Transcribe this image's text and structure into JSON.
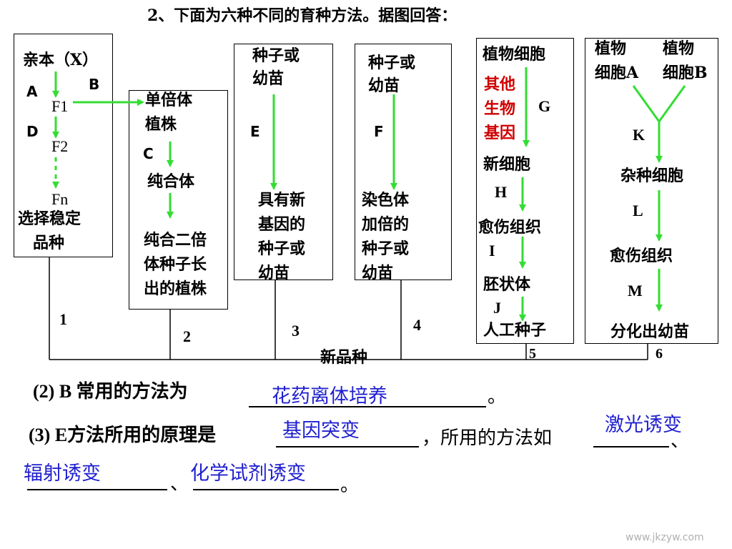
{
  "question_title": "2、下面为六种不同的育种方法。据图回答：",
  "method1": {
    "parent": "亲本（X）",
    "label_a": "A",
    "label_b": "B",
    "f1": "F1",
    "label_d": "D",
    "f2": "F2",
    "fn": "Fn",
    "result_line1": "选择稳定",
    "result_line2": "品种",
    "number": "1"
  },
  "method2": {
    "line1": "单倍体",
    "line2": "植株",
    "label_c": "C",
    "middle": "纯合体",
    "result_line1": "纯合二倍",
    "result_line2": "体种子长",
    "result_line3": "出的植株",
    "number": "2"
  },
  "method3": {
    "top_line1": "种子或",
    "top_line2": "幼苗",
    "label_e": "E",
    "result_line1": "具有新",
    "result_line2": "基因的",
    "result_line3": "种子或",
    "result_line4": "幼苗",
    "number": "3"
  },
  "method4": {
    "top_line1": "种子或",
    "top_line2": "幼苗",
    "label_f": "F",
    "result_line1": "染色体",
    "result_line2": "加倍的",
    "result_line3": "种子或",
    "result_line4": "幼苗",
    "number": "4"
  },
  "method5": {
    "top": "植物细胞",
    "other_gene_line1": "其他",
    "other_gene_line2": "生物",
    "other_gene_line3": "基因",
    "label_g": "G",
    "new_cell": "新细胞",
    "label_h": "H",
    "callus": "愈伤组织",
    "label_i": "I",
    "embryoid": "胚状体",
    "label_j": "J",
    "result": "人工种子",
    "number": "5"
  },
  "method6": {
    "cell_a_line1": "植物",
    "cell_a_line2": "细胞A",
    "cell_b_line1": "植物",
    "cell_b_line2": "细胞B",
    "label_k": "K",
    "hybrid": "杂种细胞",
    "label_l": "L",
    "callus": "愈伤组织",
    "label_m": "M",
    "result": "分化出幼苗",
    "number": "6"
  },
  "new_variety": "新品种",
  "q2": {
    "prefix": "(2) B 常用的方法为",
    "answer": "花药离体培养",
    "suffix": "。"
  },
  "q3": {
    "prefix": "(3) E方法所用的原理是",
    "answer_principle": "基因突变",
    "middle": "，所用的方法如",
    "answer_method1": "激光诱变",
    "sep1": "、",
    "answer_method2": "辐射诱变",
    "sep2": "、",
    "answer_method3": "化学试剂诱变",
    "suffix": "。"
  },
  "watermark": "www.jkzyw.com",
  "colors": {
    "arrow": "#33dd33",
    "answer": "#1f1fd0",
    "highlight": "#d00000"
  }
}
